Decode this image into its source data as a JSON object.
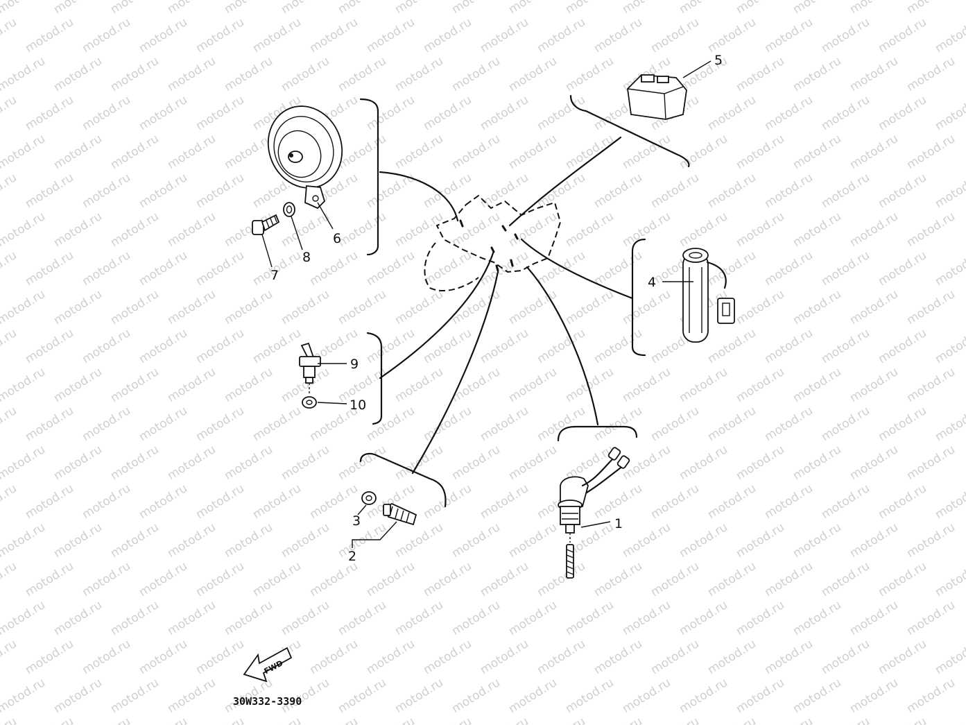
{
  "watermark": "motod.ru",
  "parts": [
    {
      "id": "1",
      "label": "1",
      "icon": "sender-unit-icon"
    },
    {
      "id": "2",
      "label": "2",
      "icon": "switch-assembly-icon"
    },
    {
      "id": "3",
      "label": "3",
      "icon": "gasket-icon"
    },
    {
      "id": "4",
      "label": "4",
      "icon": "grip-heater-icon"
    },
    {
      "id": "5",
      "label": "5",
      "icon": "relay-icon"
    },
    {
      "id": "6",
      "label": "6",
      "icon": "bracket-icon"
    },
    {
      "id": "7",
      "label": "7",
      "icon": "bolt-icon"
    },
    {
      "id": "8",
      "label": "8",
      "icon": "washer-icon"
    },
    {
      "id": "9",
      "label": "9",
      "icon": "thermo-switch-icon"
    },
    {
      "id": "10",
      "label": "10",
      "icon": "gasket-icon"
    }
  ],
  "horn": {
    "icon": "horn-icon"
  },
  "fwd_arrow": {
    "label": "FWD",
    "icon": "fwd-arrow-icon"
  },
  "diagram_code": "30W332-3390"
}
